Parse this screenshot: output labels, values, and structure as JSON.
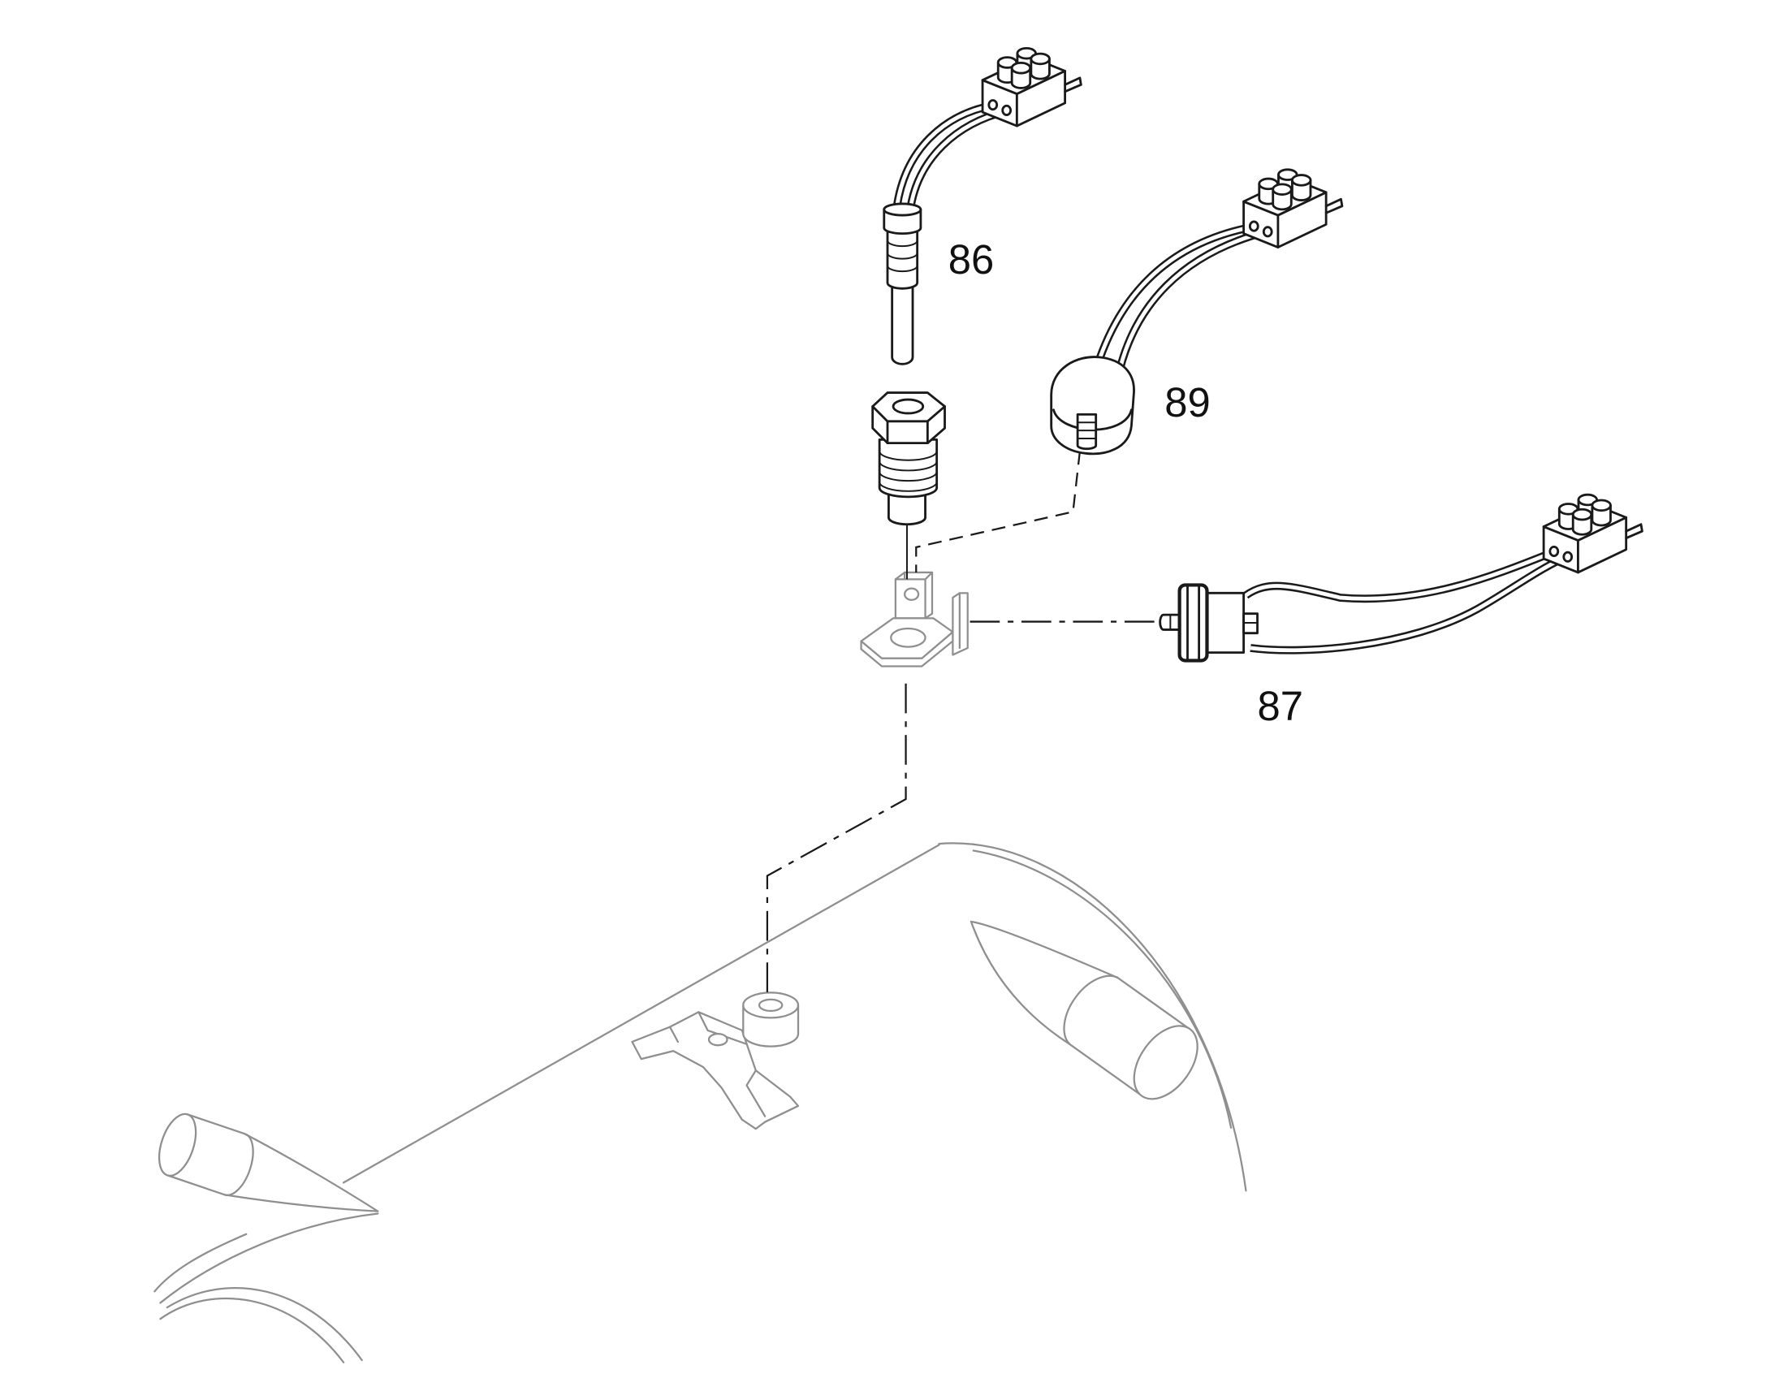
{
  "labels": {
    "part_86": "86",
    "part_89": "89",
    "part_87": "87"
  },
  "colors": {
    "ink": "#1a1a1a",
    "faint": "#8f8f8f",
    "background": "#ffffff"
  }
}
